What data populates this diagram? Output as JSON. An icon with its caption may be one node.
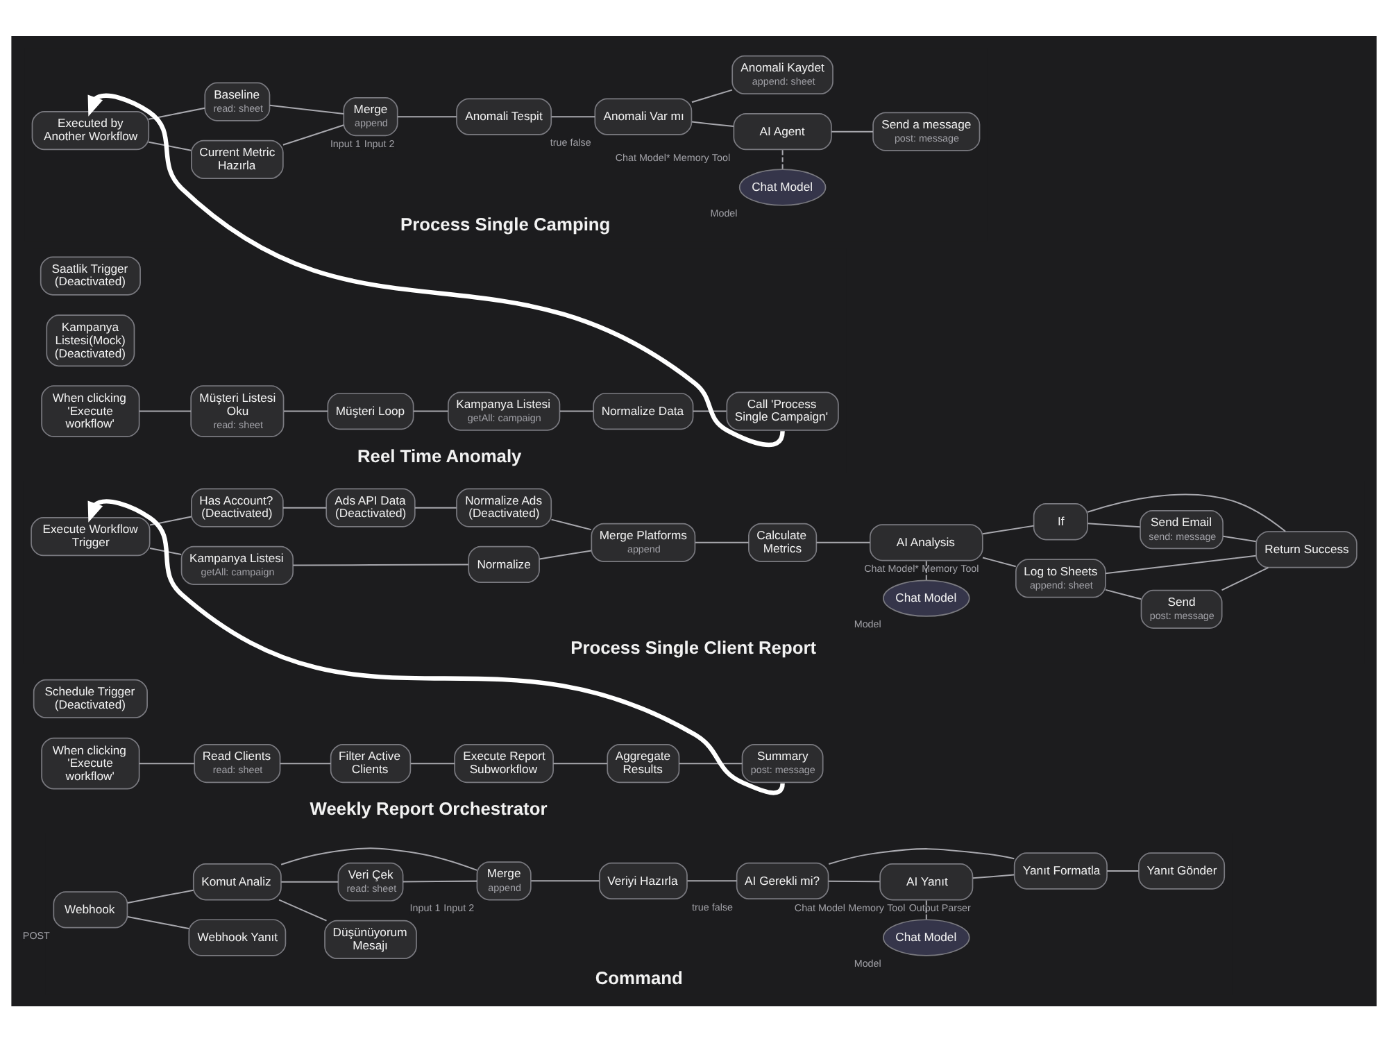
{
  "diagram": {
    "nodes": [
      {
        "text": [
          "Saatlik Trigger (Deactivated)"
        ]
      },
      {
        "text": [
          "Kampanya Listesi(Mock) (Deactivated)"
        ]
      },
      {
        "text": [
          "When clicking 'Execute workflow'"
        ]
      },
      {
        "text": [
          "Müşteri Listesi Oku",
          "read: sheet"
        ]
      },
      {
        "text": [
          "Müşteri Loop"
        ]
      },
      {
        "text": [
          "Kampanya Listesi",
          "getAll: campaign"
        ]
      },
      {
        "text": [
          "Normalize Data"
        ]
      },
      {
        "text": [
          "Call 'Process Single Campaign'"
        ]
      },
      {
        "text": [
          "Executed by Another Workflow"
        ]
      },
      {
        "text": [
          "Current Metric Hazırla"
        ]
      },
      {
        "text": [
          "Baseline",
          "read: sheet"
        ]
      },
      {
        "text": [
          "Merge",
          "append"
        ],
        "beside": [
          "Input 1",
          "Input 2"
        ]
      },
      {
        "text": [
          "Anomali Tespit"
        ]
      },
      {
        "text": [
          "Anomali Var mı"
        ],
        "beside": [
          "true",
          "false"
        ]
      },
      {
        "text": [
          "AI Agent"
        ],
        "beside": [
          "Chat Model*",
          "Memory",
          "Tool"
        ]
      },
      {
        "text": [
          "Chat Model"
        ],
        "beside": [
          "Model"
        ]
      },
      {
        "text": [
          "Send a message",
          "post: message"
        ]
      },
      {
        "text": [
          "Anomali Kaydet",
          "append: sheet"
        ]
      },
      {
        "text": [
          "Schedule Trigger (Deactivated)"
        ]
      },
      {
        "text": [
          "When clicking 'Execute workflow'"
        ]
      },
      {
        "text": [
          "Read Clients",
          "read: sheet"
        ]
      },
      {
        "text": [
          "Filter Active Clients"
        ]
      },
      {
        "text": [
          "Execute Report Subworkflow"
        ]
      },
      {
        "text": [
          "Aggregate Results"
        ]
      },
      {
        "text": [
          "Summary",
          "post: message"
        ]
      },
      {
        "text": [
          "Execute Workflow Trigger"
        ]
      },
      {
        "text": [
          "Kampanya Listesi",
          "getAll: campaign"
        ]
      },
      {
        "text": [
          "Normalize"
        ]
      },
      {
        "text": [
          "Has Account? (Deactivated)"
        ]
      },
      {
        "text": [
          "Ads API Data (Deactivated)"
        ]
      },
      {
        "text": [
          "Normalize Ads (Deactivated)"
        ]
      },
      {
        "text": [
          "Merge Platforms",
          "append"
        ]
      },
      {
        "text": [
          "Calculate Metrics"
        ]
      },
      {
        "text": [
          "AI Analysis"
        ],
        "beside": [
          "Chat Model*",
          "Memory",
          "Tool"
        ]
      },
      {
        "text": [
          "Chat Model"
        ],
        "beside": [
          "Model"
        ]
      },
      {
        "text": [
          "Log to Sheets",
          "append: sheet"
        ]
      },
      {
        "text": [
          "Send",
          "post: message"
        ]
      },
      {
        "text": [
          "If"
        ]
      },
      {
        "text": [
          "Send Email",
          "send: message"
        ]
      },
      {
        "text": [
          "Return Success"
        ]
      },
      {
        "text": [
          "Webhook"
        ],
        "beside": [
          "POST"
        ]
      },
      {
        "text": [
          "Webhook Yanıt"
        ]
      },
      {
        "text": [
          "Komut Analiz"
        ]
      },
      {
        "text": [
          "Düşünüyorum Mesajı"
        ]
      },
      {
        "text": [
          "Veri Çek",
          "read: sheet"
        ]
      },
      {
        "text": [
          "Merge",
          "append"
        ],
        "beside": [
          "Input 1",
          "Input 2"
        ]
      },
      {
        "text": [
          "Veriyi Hazırla"
        ]
      },
      {
        "text": [
          "AI Gerekli mi?"
        ],
        "beside": [
          "true",
          "false"
        ]
      },
      {
        "text": [
          "AI Yanıt"
        ],
        "beside": [
          "Chat Model",
          "Memory",
          "Tool",
          "Output Parser"
        ]
      },
      {
        "text": [
          "Chat Model"
        ],
        "beside": [
          "Model"
        ]
      },
      {
        "text": [
          "Yanıt Formatla"
        ]
      },
      {
        "text": [
          "Yanıt Gönder"
        ]
      }
    ],
    "edges": [
      {
        "from": 2,
        "to": 3,
        "arrow": "none"
      },
      {
        "from": 3,
        "to": 4,
        "arrow": "none"
      },
      {
        "from": 4,
        "to": 5,
        "arrow": "none"
      },
      {
        "from": 5,
        "to": 6,
        "arrow": "none"
      },
      {
        "from": 6,
        "to": 7,
        "arrow": "none"
      },
      {
        "from": 7,
        "to": 8,
        "arrow": "to",
        "style": "thick",
        "color": "#ffffff"
      },
      {
        "from": 8,
        "to": 9,
        "arrow": "none"
      },
      {
        "from": 8,
        "to": 10,
        "arrow": "none"
      },
      {
        "from": 9,
        "to": 11,
        "arrow": "none"
      },
      {
        "from": 10,
        "to": 11,
        "arrow": "none"
      },
      {
        "from": 11,
        "to": 12,
        "arrow": "none"
      },
      {
        "from": 12,
        "to": 13,
        "arrow": "none"
      },
      {
        "from": 13,
        "to": 14,
        "arrow": "none"
      },
      {
        "from": 13,
        "to": 17,
        "arrow": "none"
      },
      {
        "from": 15,
        "to": 14,
        "arrow": "none",
        "style": "dashed"
      },
      {
        "from": 14,
        "to": 16,
        "arrow": "none"
      },
      {
        "from": 19,
        "to": 20,
        "arrow": "none"
      },
      {
        "from": 20,
        "to": 21,
        "arrow": "none"
      },
      {
        "from": 21,
        "to": 22,
        "arrow": "none"
      },
      {
        "from": 22,
        "to": 23,
        "arrow": "none"
      },
      {
        "from": 23,
        "to": 24,
        "arrow": "none"
      },
      {
        "from": 24,
        "to": 25,
        "arrow": "to",
        "style": "thick",
        "color": "#ffffff"
      },
      {
        "from": 25,
        "to": 26,
        "arrow": "none"
      },
      {
        "from": 25,
        "to": 28,
        "arrow": "none"
      },
      {
        "from": 26,
        "to": 27,
        "arrow": "none"
      },
      {
        "from": 27,
        "to": 31,
        "arrow": "none"
      },
      {
        "from": 28,
        "to": 29,
        "arrow": "none"
      },
      {
        "from": 29,
        "to": 30,
        "arrow": "none"
      },
      {
        "from": 30,
        "to": 31,
        "arrow": "none"
      },
      {
        "from": 31,
        "to": 32,
        "arrow": "none"
      },
      {
        "from": 32,
        "to": 33,
        "arrow": "none"
      },
      {
        "from": 34,
        "to": 33,
        "arrow": "none",
        "style": "dashed"
      },
      {
        "from": 33,
        "to": 35,
        "arrow": "none"
      },
      {
        "from": 33,
        "to": 37,
        "arrow": "none"
      },
      {
        "from": 35,
        "to": 36,
        "arrow": "none"
      },
      {
        "from": 35,
        "to": 39,
        "arrow": "none"
      },
      {
        "from": 36,
        "to": 39,
        "arrow": "none"
      },
      {
        "from": 37,
        "to": 38,
        "arrow": "none"
      },
      {
        "from": 37,
        "to": 39,
        "arrow": "none"
      },
      {
        "from": 38,
        "to": 39,
        "arrow": "none"
      },
      {
        "from": 40,
        "to": 41,
        "arrow": "none"
      },
      {
        "from": 40,
        "to": 42,
        "arrow": "none"
      },
      {
        "from": 42,
        "to": 43,
        "arrow": "none"
      },
      {
        "from": 42,
        "to": 44,
        "arrow": "none"
      },
      {
        "from": 42,
        "to": 45,
        "arrow": "none"
      },
      {
        "from": 44,
        "to": 45,
        "arrow": "none"
      },
      {
        "from": 45,
        "to": 46,
        "arrow": "none"
      },
      {
        "from": 46,
        "to": 47,
        "arrow": "none"
      },
      {
        "from": 47,
        "to": 48,
        "arrow": "none"
      },
      {
        "from": 47,
        "to": 50,
        "arrow": "none"
      },
      {
        "from": 48,
        "to": 50,
        "arrow": "none"
      },
      {
        "from": 49,
        "to": 48,
        "arrow": "none",
        "style": "dashed"
      },
      {
        "from": 50,
        "to": 51,
        "arrow": "none"
      }
    ],
    "labels": [
      "Reel Time Anomaly",
      "Process Single Camping",
      "Weekly Report Orchestrator",
      "Process Single Client Report",
      "Command"
    ]
  }
}
